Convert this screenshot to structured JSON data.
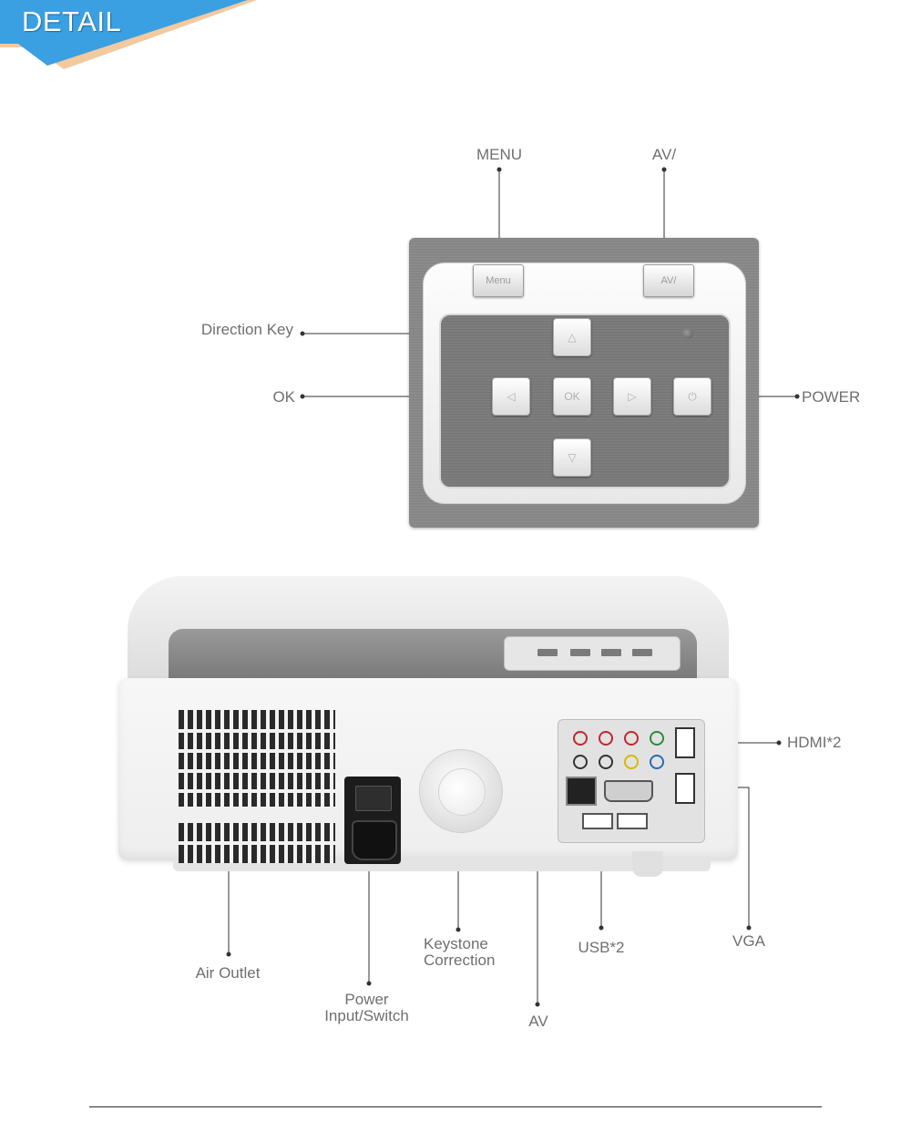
{
  "banner": {
    "title": "DETAIL"
  },
  "panel_labels": {
    "menu": "MENU",
    "av": "AV/",
    "direction_key": "Direction Key",
    "ok": "OK",
    "power": "POWER"
  },
  "panel_keys": {
    "menu_key": "Menu",
    "av_key": "AV/",
    "up": "△",
    "left": "◁",
    "ok": "OK",
    "right": "▷",
    "down": "▽",
    "power": "⏻"
  },
  "rear_labels": {
    "hdmi": "HDMI*2",
    "air_outlet": "Air Outlet",
    "power_input_line1": "Power",
    "power_input_line2": "Input/Switch",
    "keystone_line1": "Keystone",
    "keystone_line2": "Correction",
    "usb": "USB*2",
    "vga": "VGA",
    "av": "AV"
  },
  "colors": {
    "banner_blue": "#3aa0e2",
    "banner_shadow": "#f3c9a0",
    "label_gray": "#6f6f6f",
    "leader_line": "#333333"
  }
}
